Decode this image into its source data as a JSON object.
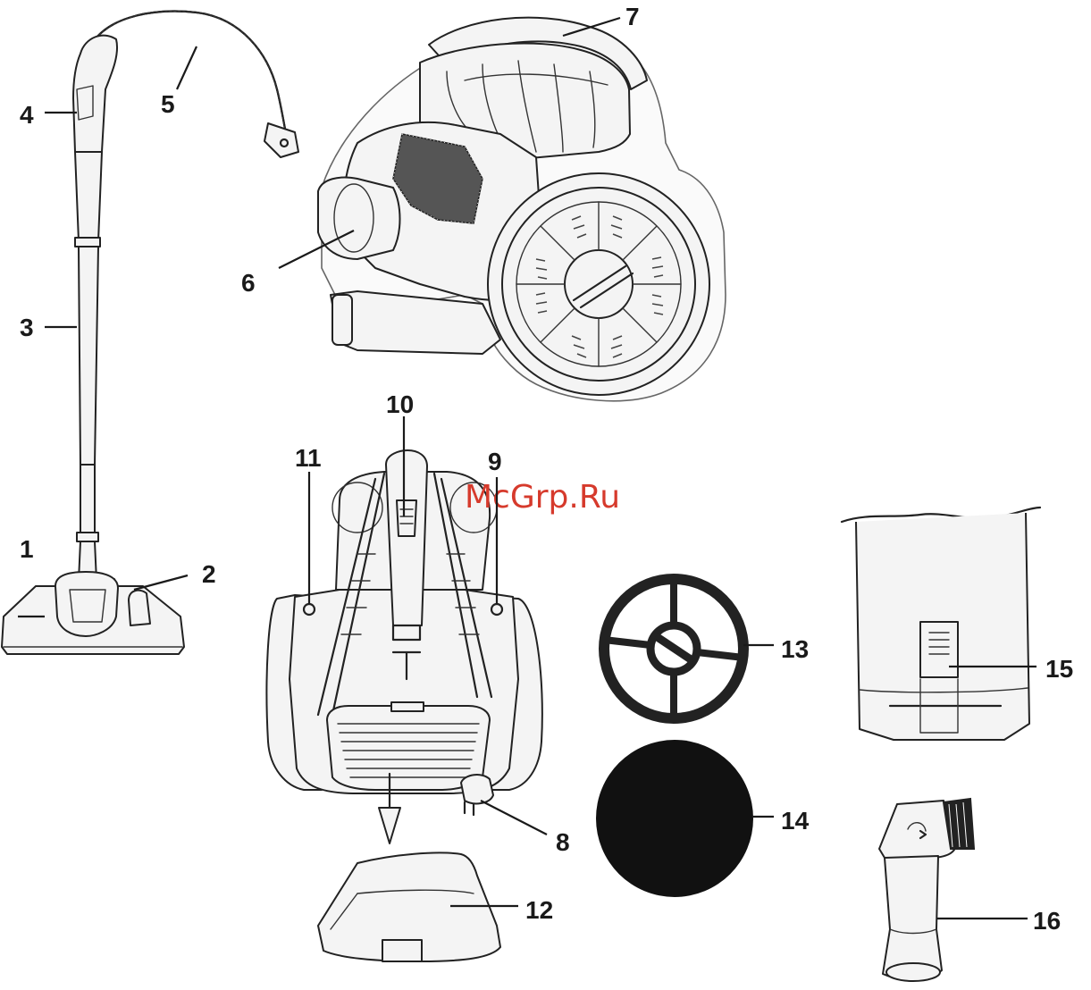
{
  "watermark": "McGrp.Ru",
  "labels": {
    "l1": "1",
    "l2": "2",
    "l3": "3",
    "l4": "4",
    "l5": "5",
    "l6": "6",
    "l7": "7",
    "l8": "8",
    "l9": "9",
    "l10": "10",
    "l11": "11",
    "l12": "12",
    "l13": "13",
    "l14": "14",
    "l15": "15",
    "l16": "16"
  }
}
